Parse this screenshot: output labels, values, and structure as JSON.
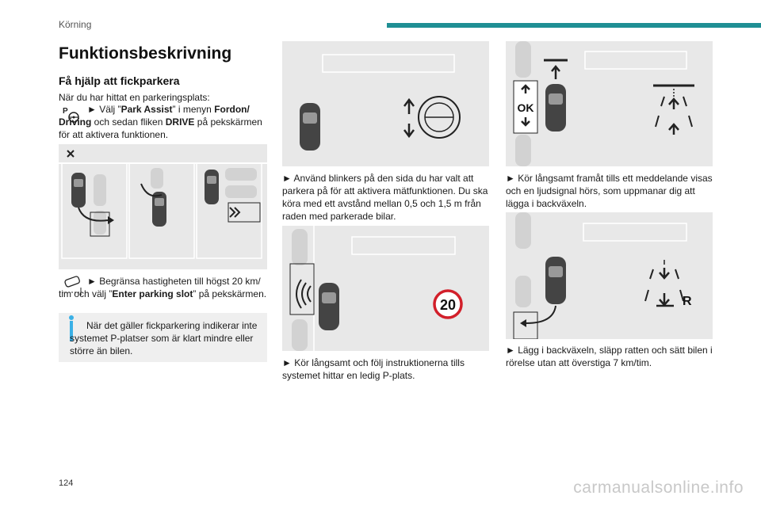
{
  "header": {
    "section": "Körning",
    "accent_color": "#1f8f94"
  },
  "title": "Funktionsbeskrivning",
  "subtitle": "Få hjälp att fickparkera",
  "column1": {
    "intro": "När du har hittat en parkeringsplats:",
    "step1": {
      "pre": "► Välj ”",
      "b1": "Park Assist",
      "mid1": "” i menyn ",
      "b2": "Fordon/ Driving",
      "mid2": " och sedan fliken ",
      "b3": "DRIVE",
      "post": " på pekskärmen för att aktivera funktionen."
    },
    "step2": {
      "pre": "► Begränsa hastigheten till högst 20 km/ tim och välj ”",
      "b1": "Enter parking slot",
      "post": "” på pekskärmen."
    },
    "info": {
      "text": "När det gäller fickparkering indikerar inte systemet P-platser som är klart mindre eller större än bilen.",
      "accent_color": "#3ab0e6"
    }
  },
  "column2": {
    "step3": "► Använd blinkers på den sida du har valt att parkera på för att aktivera mätfunktionen. Du ska köra med ett avstånd mellan 0,5 och 1,5 m från raden med parkerade bilar.",
    "step4": "► Kör långsamt och följ instruktionerna tills systemet hittar en ledig P-plats.",
    "speed_sign": "20"
  },
  "column3": {
    "step5": "► Kör långsamt framåt tills ett meddelande visas och en ljudsignal hörs, som uppmanar dig att lägga i backväxeln.",
    "ok_label": "OK",
    "step6": "► Lägg i backväxeln, släpp ratten och sätt bilen i rörelse utan att överstiga 7 km/tim.",
    "reverse_label": "R"
  },
  "footer": {
    "page_number": "124",
    "watermark": "carmanualsonline.info"
  }
}
